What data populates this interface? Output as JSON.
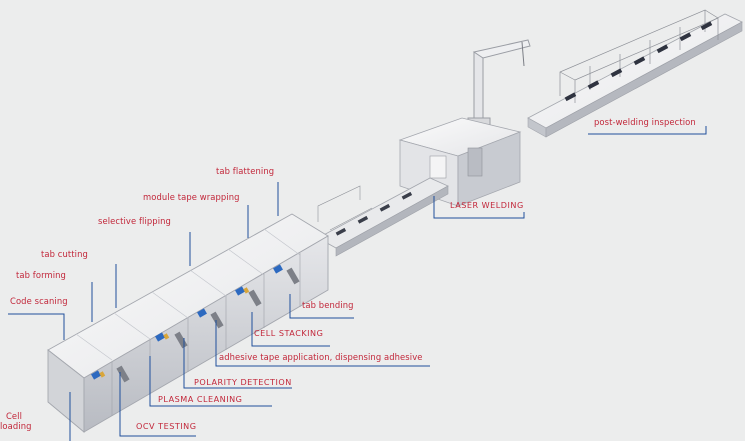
{
  "labels": {
    "post_welding_inspection": "post-welding inspection",
    "tab_flattening": "tab flattening",
    "module_tape_wrapping": "module tape wrapping",
    "laser_welding": "LASER WELDING",
    "selective_flipping": "selective flipping",
    "tab_cutting": "tab cutting",
    "tab_forming": "tab forming",
    "code_scaning": "Code scaning",
    "tab_bending": "tab bending",
    "cell_stacking": "CELL STACKING",
    "adhesive_tape": "adhesive tape application, dispensing adhesive",
    "polarity_detection": "POLARITY DETECTION",
    "plasma_cleaning": "PLASMA CLEANING",
    "ocv_testing": "OCV TESTING",
    "cell_loading": "Cell\nloading"
  },
  "colors": {
    "background": "#eceded",
    "label": "#c2273a",
    "leader": "#1f4f9c",
    "machine_light": "#f7f7f7",
    "machine_mid": "#dcdde0",
    "machine_dark": "#a9acb3",
    "accent_blue": "#2c69c0",
    "accent_gold": "#d9a63a"
  }
}
